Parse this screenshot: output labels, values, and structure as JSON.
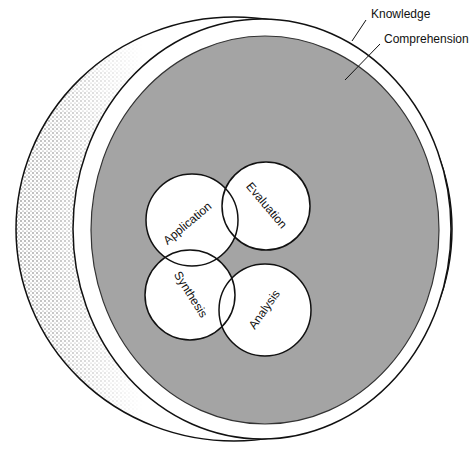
{
  "diagram": {
    "nodes": [
      {
        "text": [
          "Knowledge"
        ]
      },
      {
        "text": [
          "Comprehension"
        ],
        "in": 0
      },
      {
        "text": [
          "Application"
        ],
        "in": 1
      },
      {
        "text": [
          "Evaluation"
        ],
        "in": 1
      },
      {
        "text": [
          "Synthesis"
        ],
        "in": 1
      },
      {
        "text": [
          "Analysis"
        ],
        "in": 1
      }
    ]
  }
}
